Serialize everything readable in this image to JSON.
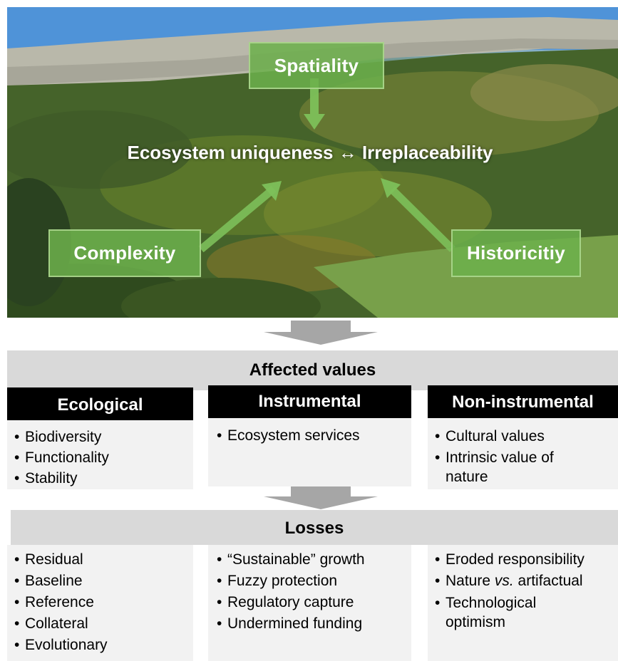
{
  "diagram": {
    "nodes": {
      "spatiality": "Spatiality",
      "complexity": "Complexity",
      "historicity": "Historicitiy",
      "center": "Ecosystem uniqueness ↔ Irreplaceability"
    },
    "edges": [
      {
        "from": "Spatiality",
        "to": "Ecosystem uniqueness ↔ Irreplaceability"
      },
      {
        "from": "Complexity",
        "to": "Ecosystem uniqueness ↔ Irreplaceability"
      },
      {
        "from": "Historicitiy",
        "to": "Ecosystem uniqueness ↔ Irreplaceability"
      }
    ]
  },
  "affected": {
    "title": "Affected values",
    "columns": [
      {
        "header": "Ecological",
        "items": [
          "Biodiversity",
          "Functionality",
          "Stability"
        ]
      },
      {
        "header": "Instrumental",
        "items": [
          "Ecosystem services"
        ]
      },
      {
        "header": "Non-instrumental",
        "items": [
          "Cultural values",
          "Intrinsic value of nature"
        ]
      }
    ]
  },
  "losses": {
    "title": "Losses",
    "columns": [
      {
        "items": [
          "Residual",
          "Baseline",
          "Reference",
          "Collateral",
          "Evolutionary"
        ]
      },
      {
        "items": [
          "“Sustainable” growth",
          "Fuzzy protection",
          "Regulatory capture",
          "Undermined funding"
        ]
      },
      {
        "items": [
          "Eroded responsibility",
          "Nature vs. artifactual",
          "Technological optimism"
        ]
      }
    ]
  },
  "colors": {
    "box_green": "#6cb04c",
    "arrow_green": "#7dc05a",
    "band_grey": "#d9d9d9",
    "header_black": "#000000",
    "cell_grey": "#f2f2f2",
    "down_arrow_grey": "#a6a6a6"
  }
}
